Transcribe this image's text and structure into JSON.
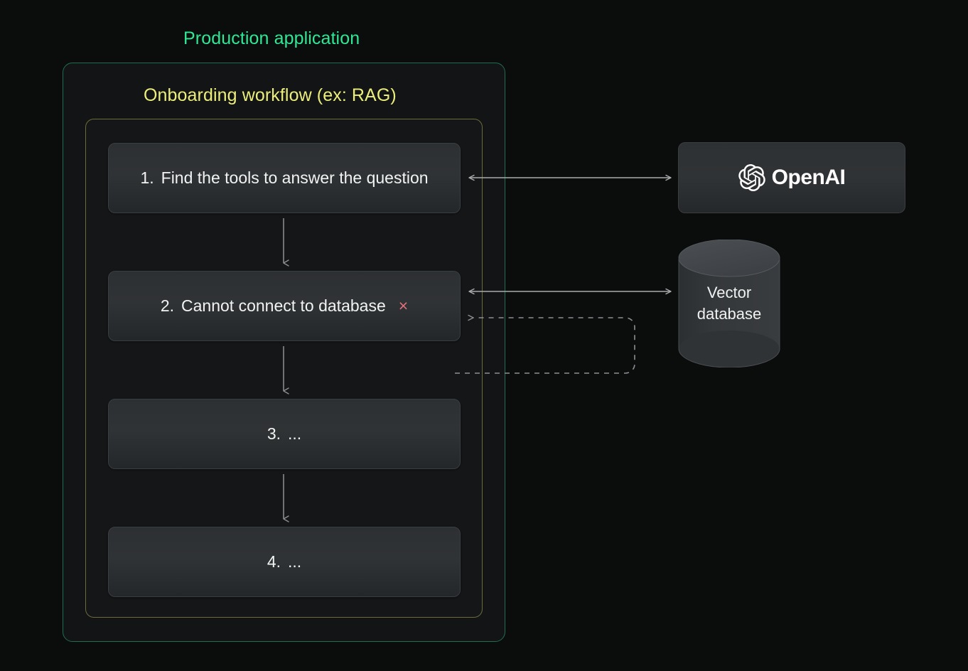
{
  "diagram": {
    "background_color": "#0b0c0c",
    "outer_container": {
      "title": "Production application",
      "title_color": "#2ee896",
      "border_color": "#1e6f52"
    },
    "workflow_container": {
      "title": "Onboarding workflow (ex: RAG)",
      "title_color": "#ecee7b",
      "border_color": "#6e6c3b"
    },
    "steps": [
      {
        "number": "1.",
        "text": "Find the tools to answer the question",
        "status": ""
      },
      {
        "number": "2.",
        "text": "Cannot connect to database",
        "status": "×"
      },
      {
        "number": "3.",
        "text": "...",
        "status": ""
      },
      {
        "number": "4.",
        "text": "...",
        "status": ""
      }
    ],
    "error_color": "#e2707a",
    "nodes": {
      "openai": {
        "label": "OpenAI",
        "icon": "openai-blossom-icon"
      },
      "vector_db": {
        "line1": "Vector",
        "line2": "database",
        "icon": "database-cylinder-icon"
      }
    },
    "connectors": [
      {
        "name": "step1-openai",
        "style": "solid",
        "heads": "both"
      },
      {
        "name": "step2-vectordb",
        "style": "solid",
        "heads": "both"
      },
      {
        "name": "retry-loop",
        "style": "dashed",
        "heads": "left"
      }
    ]
  }
}
